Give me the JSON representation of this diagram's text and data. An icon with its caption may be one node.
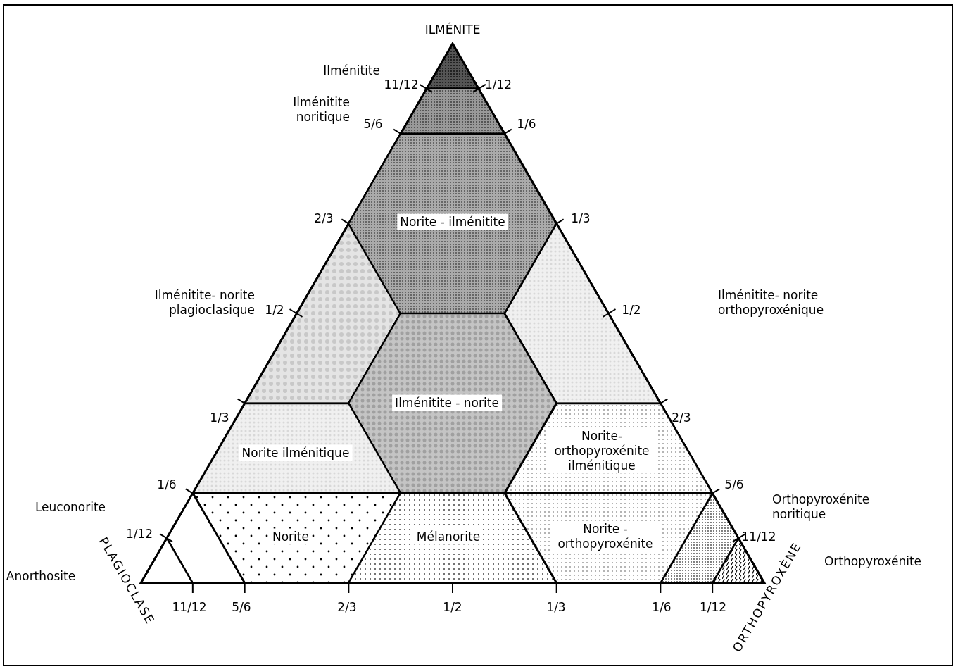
{
  "diagram": {
    "nodes": [
      {
        "text": [
          "Norite - ilménitite"
        ]
      },
      {
        "text": [
          "Ilménitite - norite"
        ]
      },
      {
        "text": [
          "Norite ilménitique"
        ]
      },
      {
        "text": [
          "Norite- orthopyroxénite ilménitique"
        ]
      },
      {
        "text": [
          "Norite"
        ]
      },
      {
        "text": [
          "Mélanorite"
        ]
      },
      {
        "text": [
          "Norite - orthopyroxénite"
        ]
      }
    ],
    "edges": [],
    "labels": [
      "ILMÉNITE",
      "Ilménitite",
      "11/12",
      "1/12",
      "Ilménitite noritique",
      "5/6",
      "1/6",
      "2/3",
      "1/3",
      "Ilménitite- norite plagioclasique",
      "1/2",
      "Ilménitite- norite orthopyroxénique",
      "1/2",
      "1/3",
      "2/3",
      "1/6",
      "5/6",
      "Orthopyroxénite noritique",
      "Leuconorite",
      "1/12",
      "11/12",
      "PLAGIOCLASE",
      "ORTHOPYROXÈNE",
      "Anorthosite",
      "Orthopyroxénite",
      "11/12",
      "5/6",
      "2/3",
      "1/2",
      "1/3",
      "1/6",
      "1/12"
    ]
  }
}
